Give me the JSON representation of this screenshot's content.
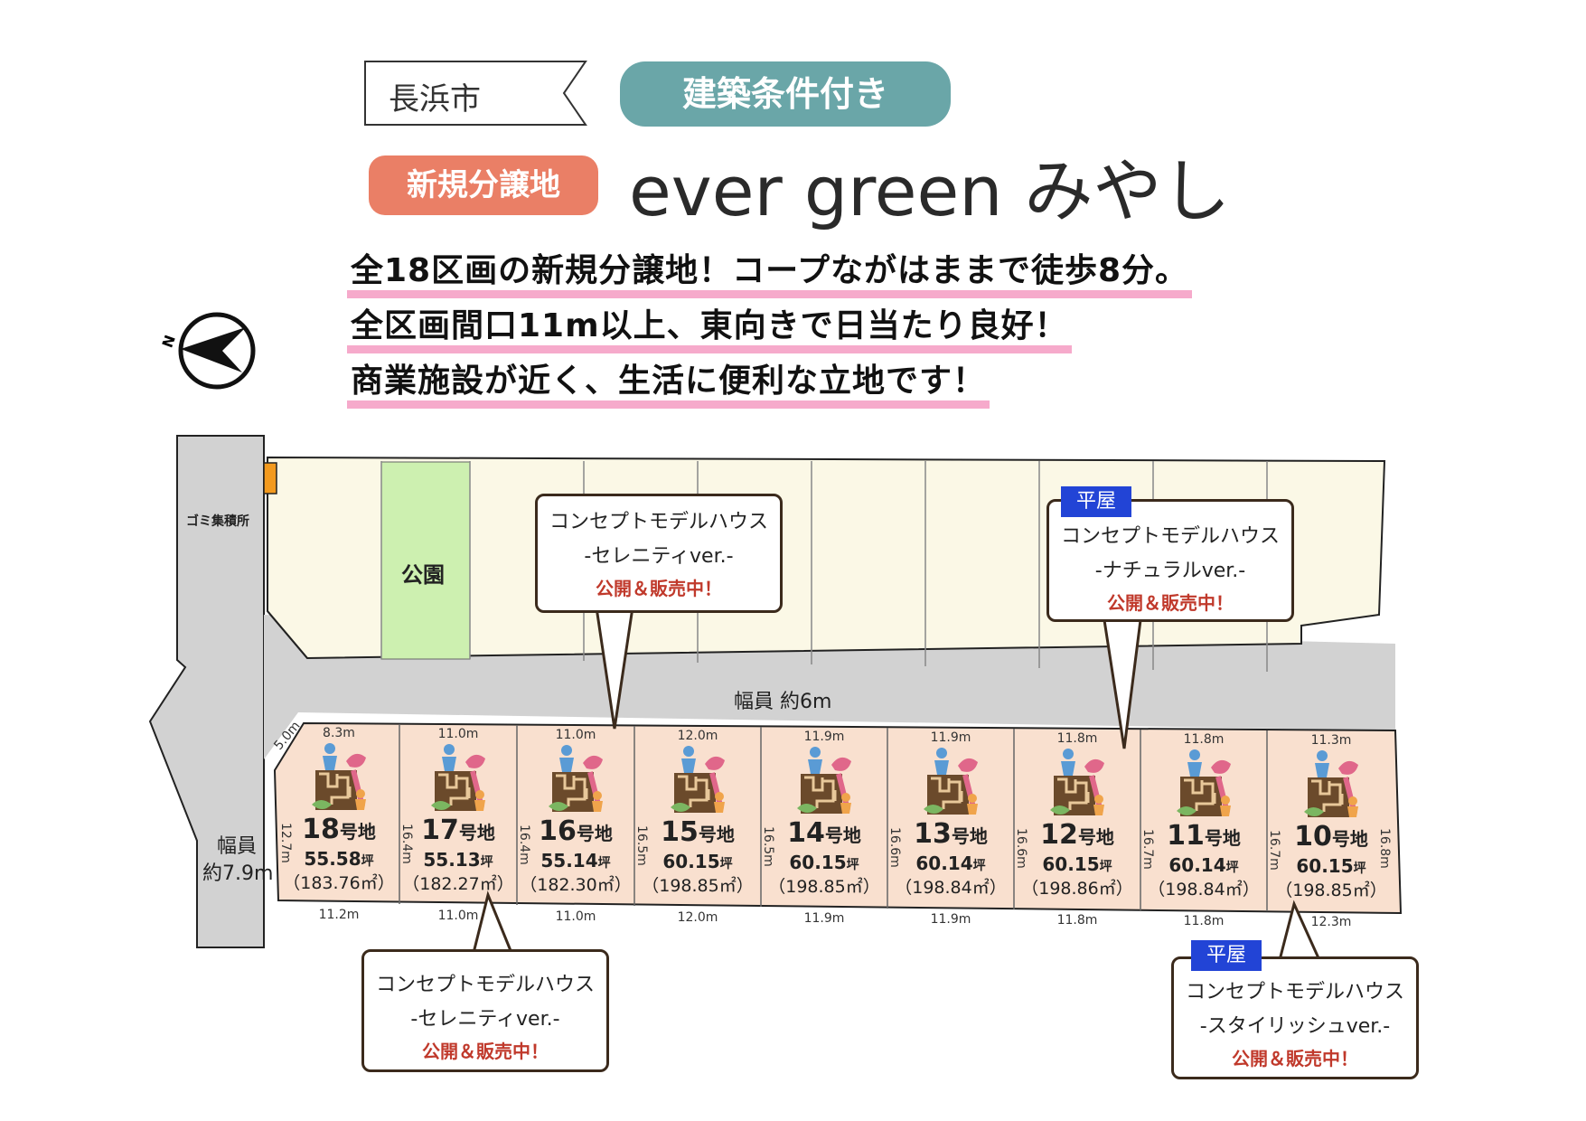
{
  "header": {
    "city": "長浜市",
    "condition_tag": "建築条件付き",
    "new_tag": "新規分譲地",
    "project_name": "ever green みやし"
  },
  "headlines": [
    "全18区画の新規分譲地！コープながはままで徒歩8分。",
    "全区画間口11m以上、東向きで日当たり良好！",
    "商業施設が近く、生活に便利な立地です！"
  ],
  "compass": {
    "north_letter": "N"
  },
  "map": {
    "colors": {
      "road": "#d2d2d2",
      "lot_available": "#f9e0cf",
      "lot_other": "#fbf8e6",
      "park": "#cdf0b0",
      "garbage": "#f39a1e",
      "callout_border": "#3b2a1c",
      "callout_highlight": "#c0392b",
      "hiraya_badge": "#2244d6"
    },
    "garbage_label": "ゴミ集積所",
    "park_label": "公園",
    "road_main_label": "幅員 約6m",
    "road_side_label_1": "幅員",
    "road_side_label_2": "約7.9m",
    "corner_dim": "5.0m",
    "lots": [
      {
        "number": "18",
        "suffix": "号地",
        "tsubo": "55.58",
        "tsubo_unit": "坪",
        "sqm": "（183.76㎡）",
        "top_dim": "8.3m",
        "bottom_dim": "11.2m",
        "left_dim": "12.7m"
      },
      {
        "number": "17",
        "suffix": "号地",
        "tsubo": "55.13",
        "tsubo_unit": "坪",
        "sqm": "（182.27㎡）",
        "top_dim": "11.0m",
        "bottom_dim": "11.0m",
        "left_dim": "16.4m"
      },
      {
        "number": "16",
        "suffix": "号地",
        "tsubo": "55.14",
        "tsubo_unit": "坪",
        "sqm": "（182.30㎡）",
        "top_dim": "11.0m",
        "bottom_dim": "11.0m",
        "left_dim": "16.4m"
      },
      {
        "number": "15",
        "suffix": "号地",
        "tsubo": "60.15",
        "tsubo_unit": "坪",
        "sqm": "（198.85㎡）",
        "top_dim": "12.0m",
        "bottom_dim": "12.0m",
        "left_dim": "16.5m"
      },
      {
        "number": "14",
        "suffix": "号地",
        "tsubo": "60.15",
        "tsubo_unit": "坪",
        "sqm": "（198.85㎡）",
        "top_dim": "11.9m",
        "bottom_dim": "11.9m",
        "left_dim": "16.5m"
      },
      {
        "number": "13",
        "suffix": "号地",
        "tsubo": "60.14",
        "tsubo_unit": "坪",
        "sqm": "（198.84㎡）",
        "top_dim": "11.9m",
        "bottom_dim": "11.9m",
        "left_dim": "16.6m"
      },
      {
        "number": "12",
        "suffix": "号地",
        "tsubo": "60.15",
        "tsubo_unit": "坪",
        "sqm": "（198.86㎡）",
        "top_dim": "11.8m",
        "bottom_dim": "11.8m",
        "left_dim": "16.6m"
      },
      {
        "number": "11",
        "suffix": "号地",
        "tsubo": "60.14",
        "tsubo_unit": "坪",
        "sqm": "（198.84㎡）",
        "top_dim": "11.8m",
        "bottom_dim": "11.8m",
        "left_dim": "16.7m"
      },
      {
        "number": "10",
        "suffix": "号地",
        "tsubo": "60.15",
        "tsubo_unit": "坪",
        "sqm": "（198.85㎡）",
        "top_dim": "11.3m",
        "bottom_dim": "12.3m",
        "left_dim": "16.7m",
        "right_dim": "16.8m"
      }
    ],
    "callouts": [
      {
        "line1": "コンセプトモデルハウス",
        "line2": "-セレニティver.-",
        "line3": "公開＆販売中！",
        "badge": ""
      },
      {
        "line1": "コンセプトモデルハウス",
        "line2": "-ナチュラルver.-",
        "line3": "公開＆販売中！",
        "badge": "平屋"
      },
      {
        "line1": "コンセプトモデルハウス",
        "line2": "-セレニティver.-",
        "line3": "公開＆販売中！",
        "badge": ""
      },
      {
        "line1": "コンセプトモデルハウス",
        "line2": "-スタイリッシュver.-",
        "line3": "公開＆販売中！",
        "badge": "平屋"
      }
    ]
  }
}
